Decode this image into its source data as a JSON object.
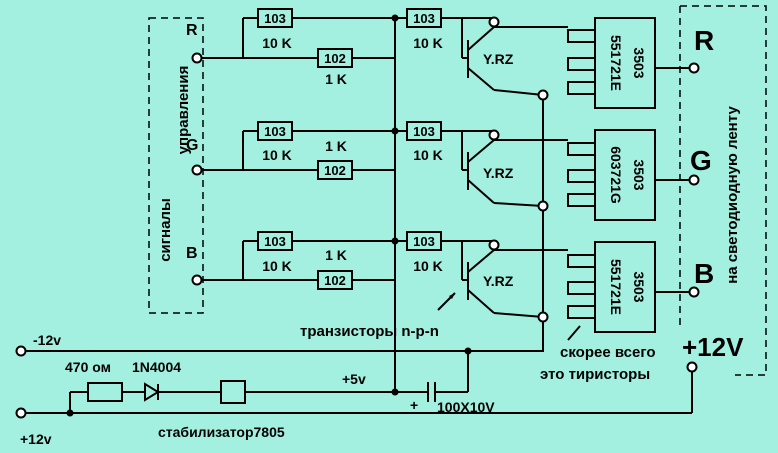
{
  "inputs": {
    "R": "R",
    "G": "G",
    "B": "B",
    "minus12": "-12v",
    "plus12": "+12v"
  },
  "side_label": {
    "line1": "сигналы",
    "line2": "управления"
  },
  "components": {
    "res_103": "103",
    "res_102": "102",
    "val_10k": "10 K",
    "val_1k": "1 K",
    "transistor": "Y.RZ",
    "chip_top": "3503",
    "chip_r": "551721E",
    "chip_g": "603721G",
    "chip_b": "551721E",
    "r470": "470 ом",
    "diode": "1N4004",
    "reg": "стабилизатор7805",
    "cap": "100X10V",
    "plus5": "+5v",
    "plus_sign": "+"
  },
  "annotations": {
    "transistors": "транзисторы  n-p-n",
    "thyristors_1": "скорее всего",
    "thyristors_2": "это тиристоры"
  },
  "outputs": {
    "R": "R",
    "G": "G",
    "B": "B",
    "plus12V": "+12V",
    "strip_label": "на светодиодную  ленту"
  }
}
